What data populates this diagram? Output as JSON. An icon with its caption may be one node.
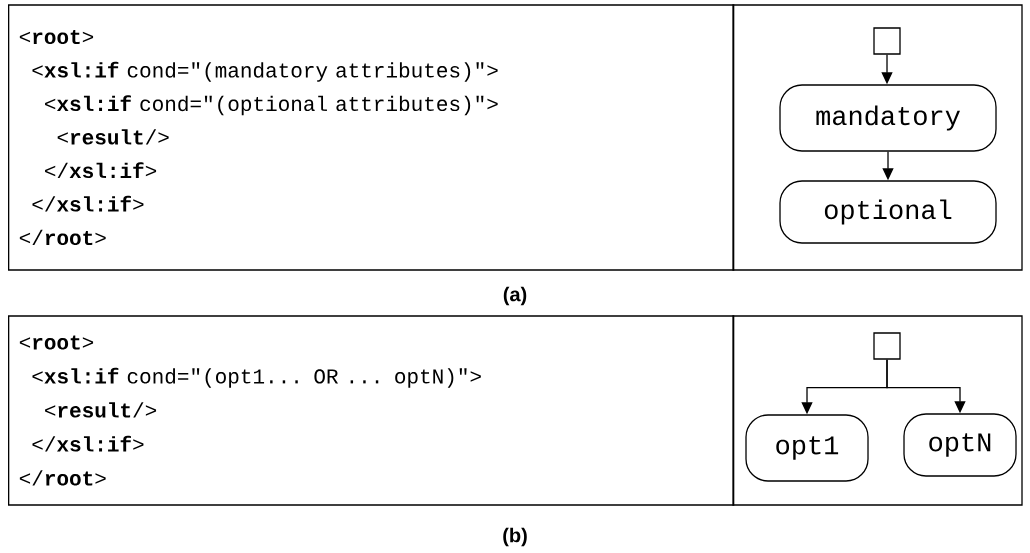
{
  "diagram": {
    "nodes": [
      {
        "text": [
          "<**root**>",
          "<**xsl:if** cond=\"(mandatory attributes)\">",
          "<**xsl:if** cond=\"(optional attributes)\">",
          "<**result**/>",
          "</**xsl:if**>",
          "</**xsl:if**>",
          "</**root**>"
        ]
      },
      {
        "text": [],
        "shape": "box"
      },
      {
        "text": [
          "mandatory"
        ]
      },
      {
        "text": [
          "optional"
        ]
      },
      {
        "text": [
          "<**root**>",
          "<**xsl:if** cond=\"(opt1... OR ... optN)\">",
          "<**result**/>",
          "</**xsl:if**>",
          "</**root**>"
        ]
      },
      {
        "text": [],
        "shape": "box"
      },
      {
        "text": [
          "opt1"
        ]
      },
      {
        "text": [
          "optN"
        ]
      }
    ],
    "edges": [
      {
        "from": 1,
        "to": 2,
        "arrow": "to"
      },
      {
        "from": 2,
        "to": 3,
        "arrow": "to"
      },
      {
        "from": 5,
        "to": 6,
        "arrow": "to"
      },
      {
        "from": 5,
        "to": 7,
        "arrow": "to"
      }
    ],
    "labels": [
      "(a)",
      "(b)"
    ]
  }
}
